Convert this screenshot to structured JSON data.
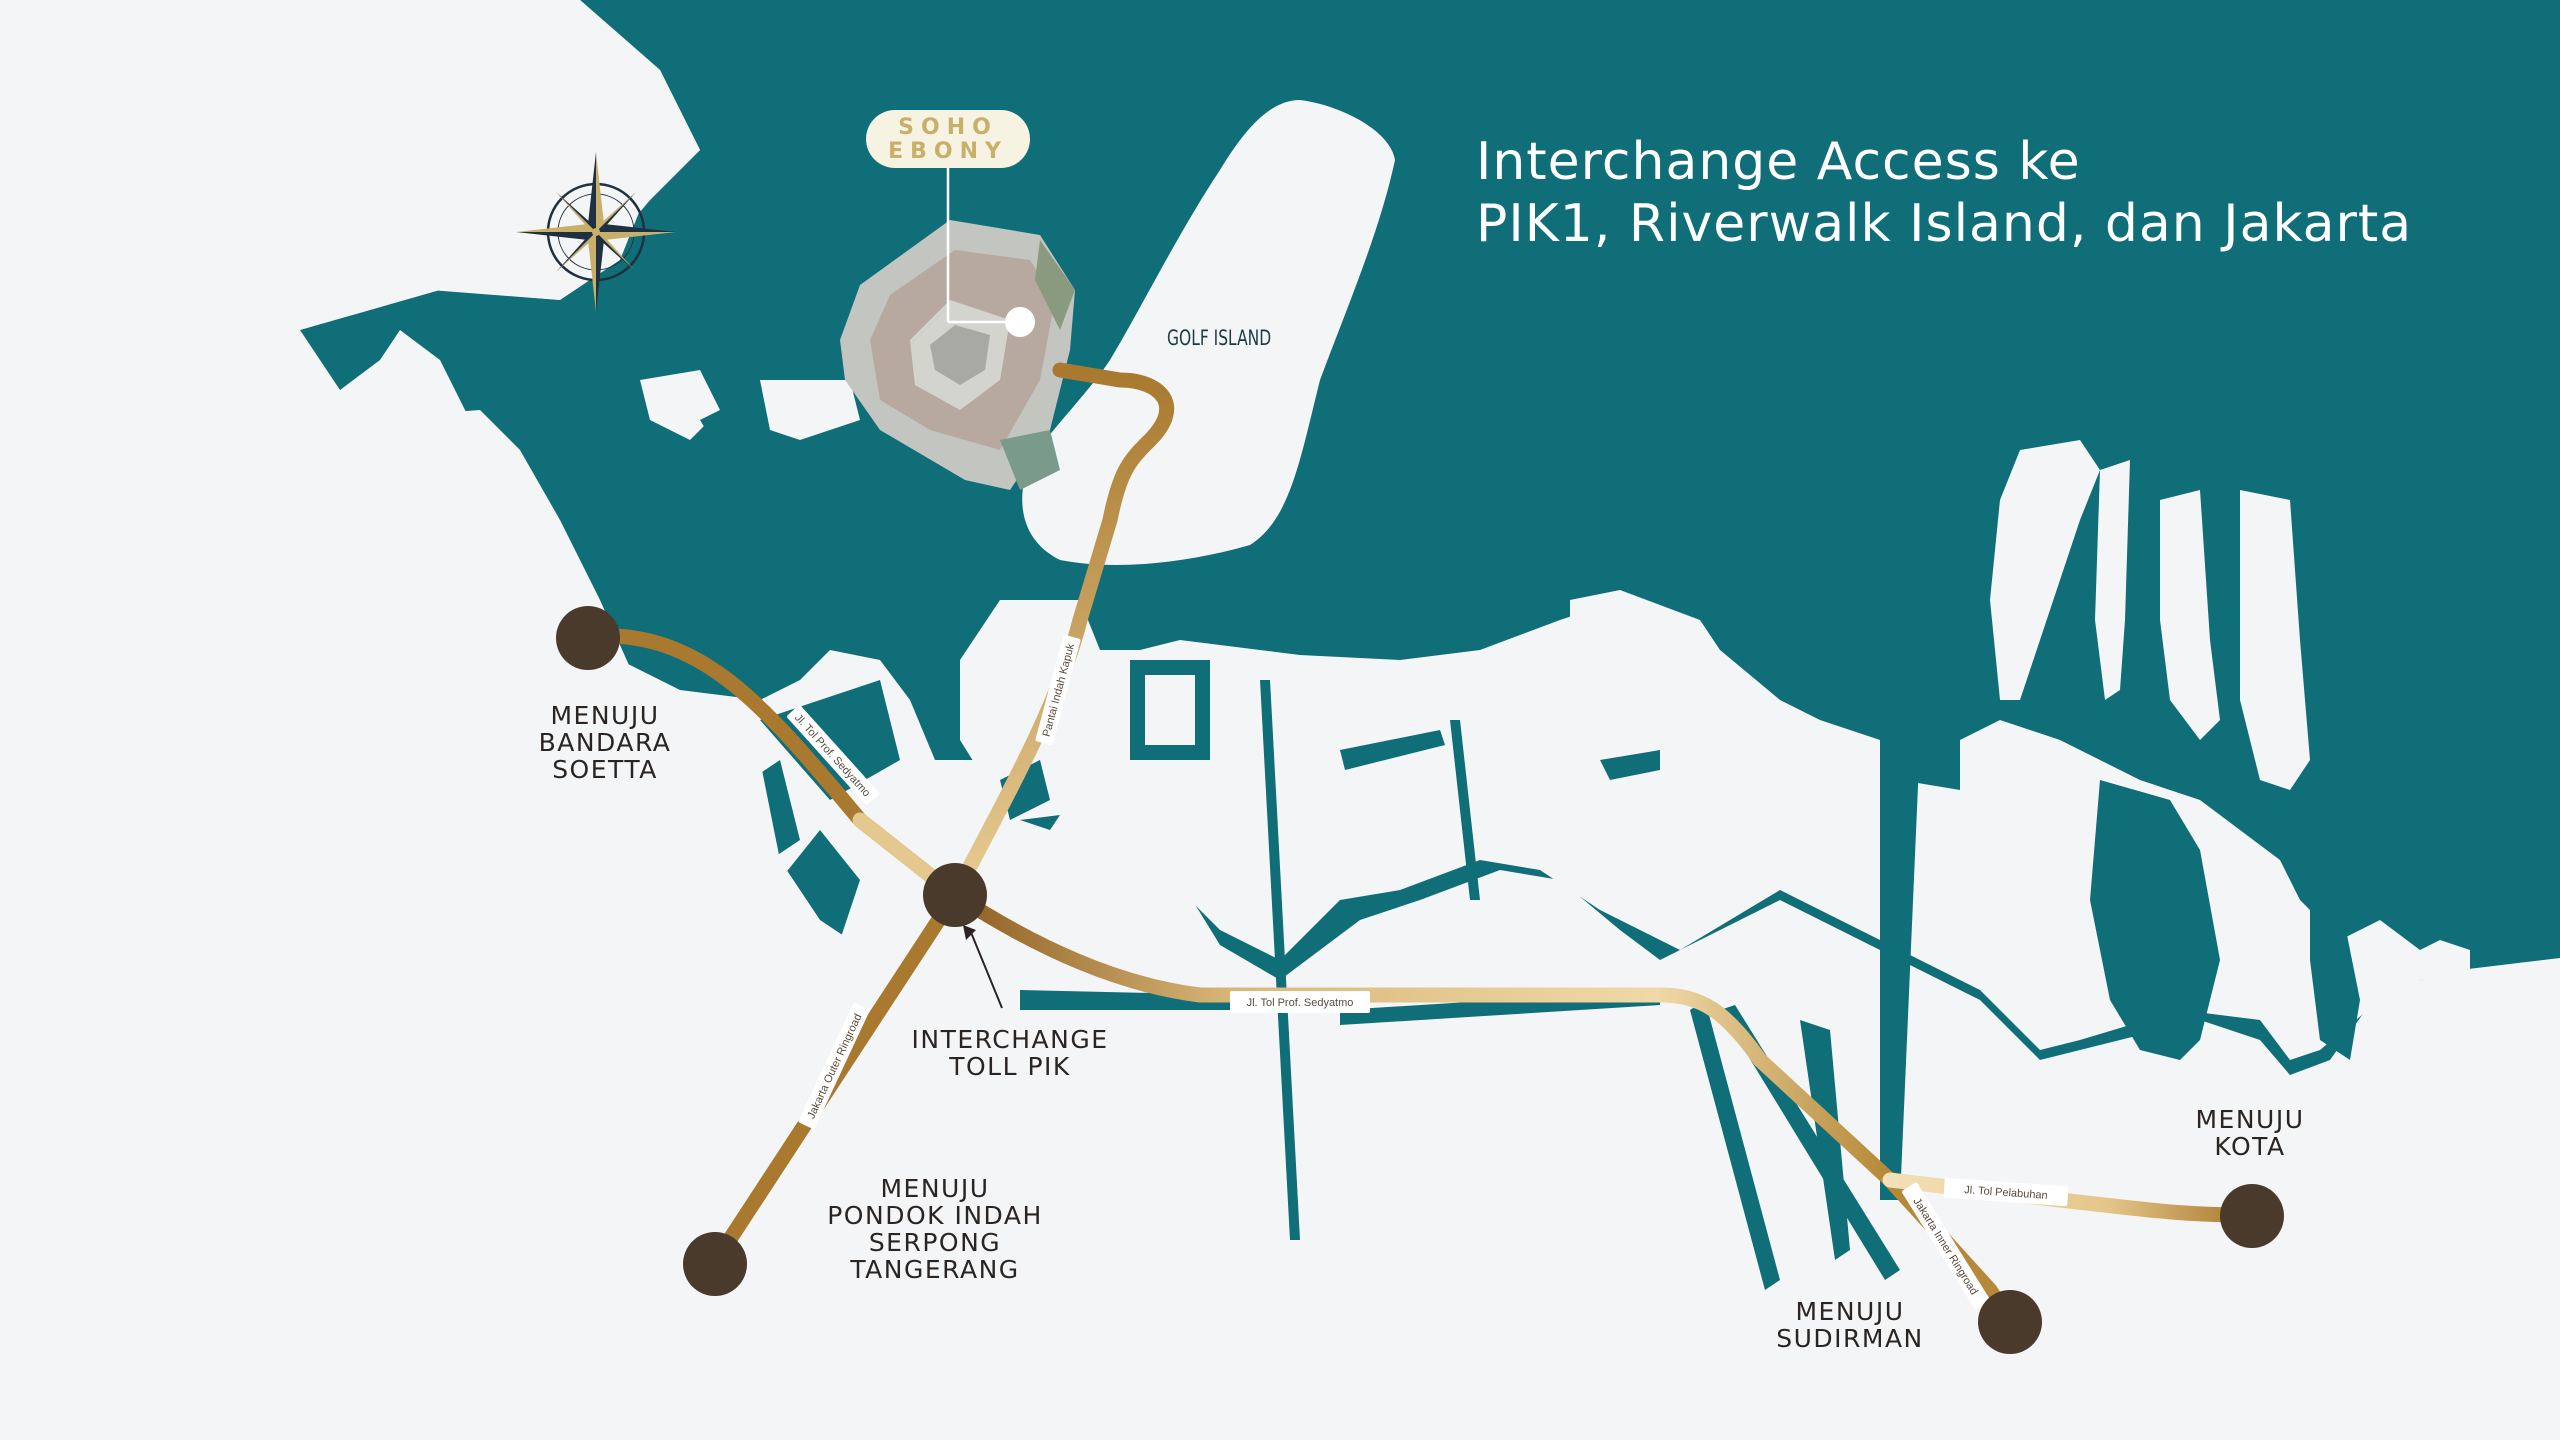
{
  "title": {
    "line1": "Interchange Access ke",
    "line2": "PIK1, Riverwalk Island, dan Jakarta"
  },
  "project": {
    "badge_line1": "SOHO",
    "badge_line2": "EBONY"
  },
  "places": {
    "golf_island": "GOLF ISLAND"
  },
  "destinations": {
    "bandara": [
      "MENUJU",
      "BANDARA",
      "SOETTA"
    ],
    "interchange": [
      "INTERCHANGE",
      "TOLL PIK"
    ],
    "pondok_indah": [
      "MENUJU",
      "PONDOK INDAH",
      "SERPONG",
      "TANGERANG"
    ],
    "sudirman": [
      "MENUJU",
      "SUDIRMAN"
    ],
    "kota": [
      "MENUJU",
      "KOTA"
    ]
  },
  "roads": {
    "tol_sedyatmo_diag": "Jl. Tol Prof. Sedyatmo",
    "pantai_indah_kapuk": "Pantai Indah Kapuk",
    "outer_ringroad": "Jakarta Outer Ringroad",
    "tol_sedyatmo_main": "Jl. Tol Prof. Sedyatmo",
    "tol_pelabuhan": "Jl. Tol Pelabuhan",
    "inner_ringroad": "Jakarta Inner Ringroad"
  },
  "colors": {
    "sea": "#0f6e77",
    "land": "#f4f5f6",
    "road_dark": "#a8792e",
    "road_light": "#e8cc94",
    "node": "#4a3a2c",
    "accent_gold": "#c9b06a"
  },
  "icons": {
    "compass": "compass-rose-icon",
    "node": "destination-node-icon"
  }
}
